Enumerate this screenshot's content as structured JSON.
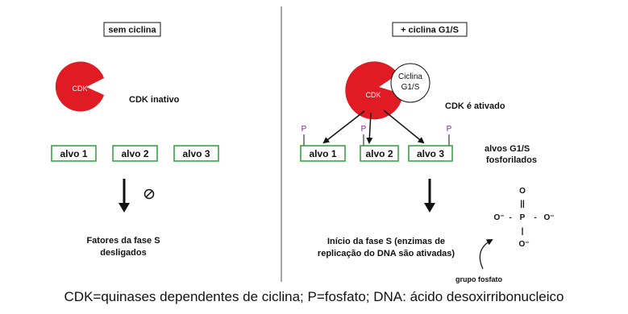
{
  "colors": {
    "cdk": "#e01b24",
    "box_border": "#2e9e3a",
    "phosphate": "#7a2a8f",
    "divider": "#8a8a8a"
  },
  "left_panel": {
    "header": "sem ciclina",
    "cdk_label": "CDK",
    "cdk_status": "CDK inativo",
    "targets": [
      "alvo 1",
      "alvo 2",
      "alvo 3"
    ],
    "blocked_icon": "prohibited-icon",
    "outcome_line1": "Fatores da fase S",
    "outcome_line2": "desligados"
  },
  "right_panel": {
    "header": "+ ciclina G1/S",
    "cdk_label": "CDK",
    "cyclin_line1": "Ciclina",
    "cyclin_line2": "G1/S",
    "cdk_status": "CDK é ativado",
    "phosphate": "P",
    "targets": [
      "alvo 1",
      "alvo 2",
      "alvo 3"
    ],
    "targets_note_line1": "alvos G1/S",
    "targets_note_line2": "fosforilados",
    "outcome_line1": "Início da fase S (enzimas de",
    "outcome_line2": "replicação do DNA são ativadas)",
    "phosphate_group": {
      "o_top": "O",
      "double_bond": "||",
      "o_left": "O⁻",
      "dash": "-",
      "p": "P",
      "o_right": "O⁻",
      "bond": "|",
      "o_bottom": "O⁻",
      "label": "grupo fosfato"
    }
  },
  "caption": "CDK=quinases dependentes de ciclina; P=fosfato; DNA: ácido desoxirribonucleico"
}
